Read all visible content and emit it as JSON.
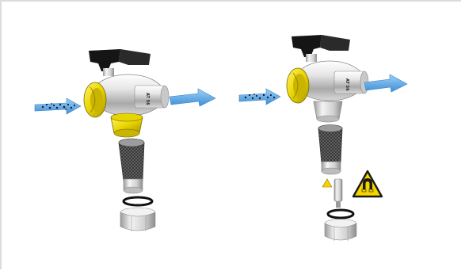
{
  "figure": {
    "panels": [
      {
        "id": "left",
        "variant": "valve-with-filter-cartridge",
        "body_stamp": "AT 56"
      },
      {
        "id": "right",
        "variant": "valve-with-filter-and-magnet",
        "body_stamp": "AT 56"
      }
    ],
    "flow_direction": "left-to-right",
    "icons": {
      "flow_arrow": "flow-arrow-icon",
      "dirty_flow": "particles-icon",
      "warning": "magnet-warning-icon"
    },
    "colors": {
      "arrow": "#5aa8e6",
      "brass_thread": "#e8d400",
      "chrome": "#d8d8d8",
      "handle": "#1a1a1a",
      "warning_yellow": "#f6d400",
      "particles": "#1a1a2a"
    }
  }
}
